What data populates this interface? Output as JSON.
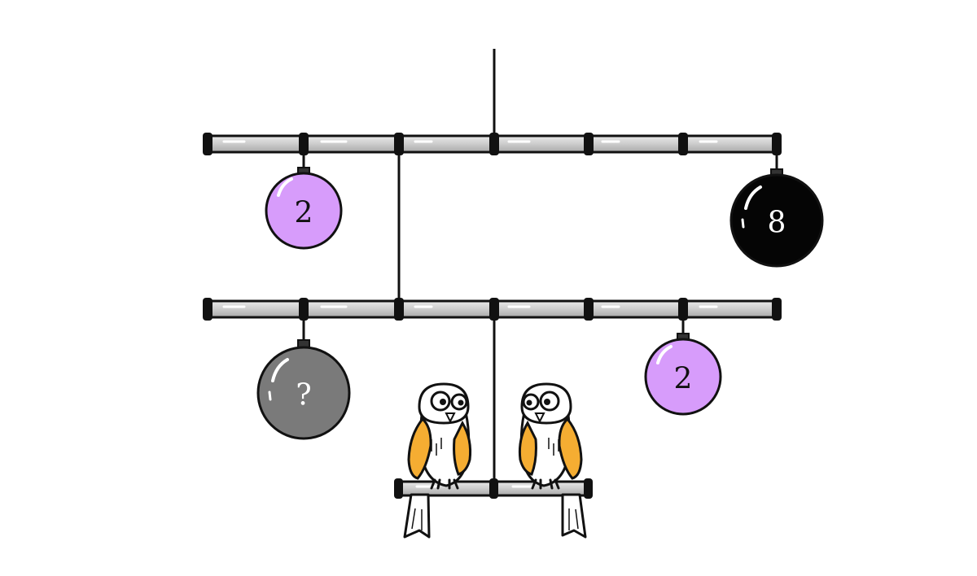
{
  "colors": {
    "purple": "#d79cfb",
    "black": "#050505",
    "gray": "#7a7a7a",
    "owl_wing": "#f5ad32",
    "bar_fill": "#c8c8c8"
  },
  "weights": {
    "top_left": {
      "label": "2",
      "color": "purple"
    },
    "top_right": {
      "label": "8",
      "color": "black"
    },
    "bottom_left": {
      "label": "?",
      "color": "gray"
    },
    "bottom_right": {
      "label": "2",
      "color": "purple"
    }
  },
  "owls": [
    "owl-left",
    "owl-right"
  ]
}
